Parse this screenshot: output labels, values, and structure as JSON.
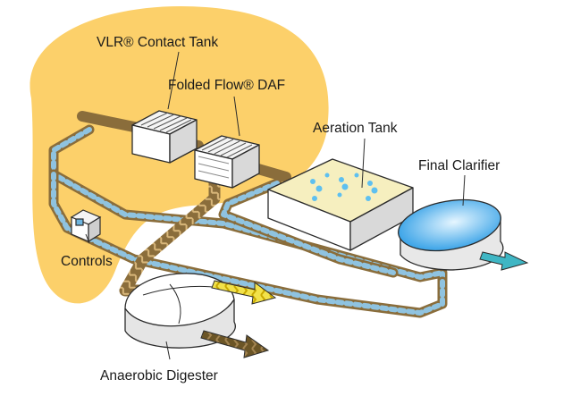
{
  "labels": {
    "contact_tank": "VLR® Contact Tank",
    "daf": "Folded Flow® DAF",
    "aeration_tank": "Aeration Tank",
    "final_clarifier": "Final Clarifier",
    "controls": "Controls",
    "digester": "Anaerobic Digester"
  },
  "colors": {
    "background_blob": "#fcd06a",
    "pipe_brown": "#8a6d3b",
    "pipe_blue_dash": "#8fc3e0",
    "pipe_dark": "#5c4a22",
    "outlet_teal": "#3fb6c4",
    "outlet_yellow": "#f2e24a",
    "outlet_brown": "#6b5526",
    "water_blue": "#3aa8e8",
    "line": "#2b2b2b"
  }
}
